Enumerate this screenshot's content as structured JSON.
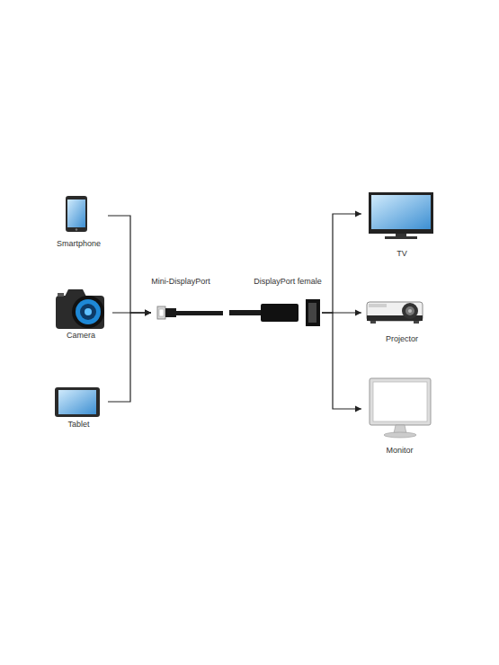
{
  "diagram": {
    "nodes": [
      {
        "text": [
          "Smartphone"
        ]
      },
      {
        "text": [
          "Camera"
        ]
      },
      {
        "text": [
          "Tablet"
        ]
      },
      {
        "text": [
          "Mini-DisplayPort",
          "DisplayPort female"
        ]
      },
      {
        "text": [
          "TV"
        ]
      },
      {
        "text": [
          "Projector"
        ]
      },
      {
        "text": [
          "Monitor"
        ]
      }
    ],
    "edges": [
      {
        "from": 0,
        "to": 3,
        "arrow": "to"
      },
      {
        "from": 1,
        "to": 3,
        "arrow": "to"
      },
      {
        "from": 2,
        "to": 3,
        "arrow": "to"
      },
      {
        "from": 3,
        "to": 4,
        "arrow": "to"
      },
      {
        "from": 3,
        "to": 5,
        "arrow": "to"
      },
      {
        "from": 3,
        "to": 6,
        "arrow": "to"
      }
    ]
  }
}
